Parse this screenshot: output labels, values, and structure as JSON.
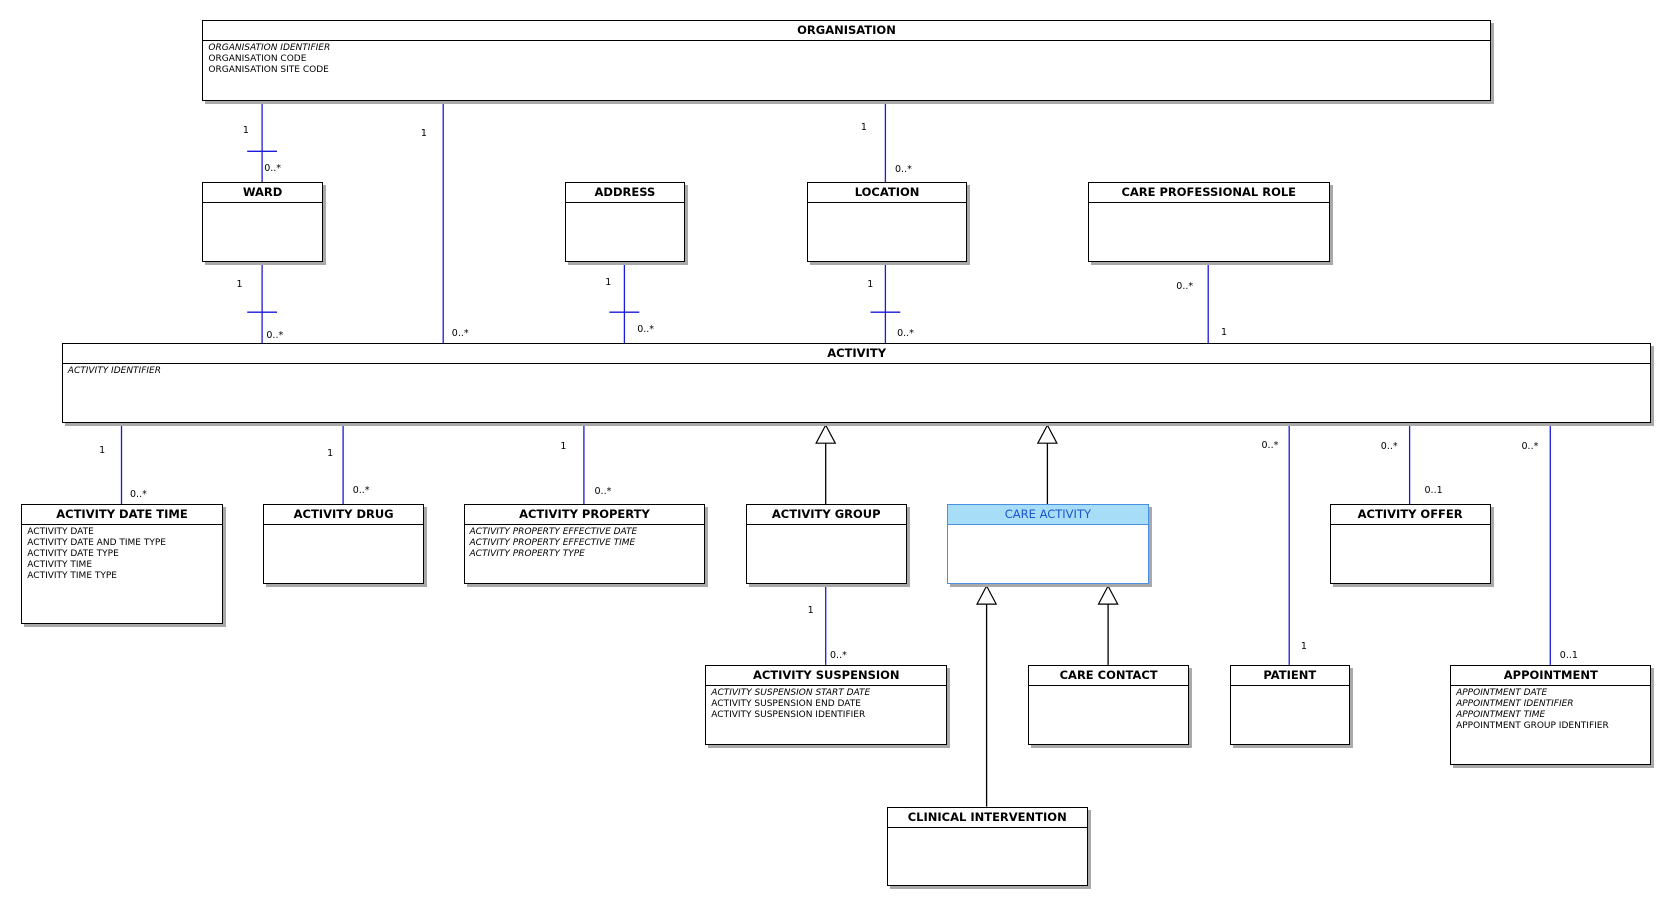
{
  "colors": {
    "connector": "#1a1adb",
    "generalization": "#000000",
    "highlight_fill": "#a8ddf8",
    "highlight_text": "#1a55cc",
    "shadow": "#a9a9a9"
  },
  "entities": {
    "organisation": {
      "title": "ORGANISATION",
      "attrs": [
        {
          "text": "ORGANISATION IDENTIFIER",
          "key": true
        },
        {
          "text": "ORGANISATION CODE",
          "key": false
        },
        {
          "text": "ORGANISATION SITE CODE",
          "key": false
        }
      ]
    },
    "ward": {
      "title": "WARD",
      "attrs": []
    },
    "address": {
      "title": "ADDRESS",
      "attrs": []
    },
    "location": {
      "title": "LOCATION",
      "attrs": []
    },
    "care_professional_role": {
      "title": "CARE PROFESSIONAL ROLE",
      "attrs": []
    },
    "activity": {
      "title": "ACTIVITY",
      "attrs": [
        {
          "text": "ACTIVITY IDENTIFIER",
          "key": true
        }
      ]
    },
    "activity_date_time": {
      "title": "ACTIVITY DATE TIME",
      "attrs": [
        {
          "text": "ACTIVITY DATE",
          "key": false
        },
        {
          "text": "ACTIVITY DATE AND TIME TYPE",
          "key": false
        },
        {
          "text": "ACTIVITY DATE TYPE",
          "key": false
        },
        {
          "text": "ACTIVITY TIME",
          "key": false
        },
        {
          "text": "ACTIVITY TIME TYPE",
          "key": false
        }
      ]
    },
    "activity_drug": {
      "title": "ACTIVITY DRUG",
      "attrs": []
    },
    "activity_property": {
      "title": "ACTIVITY PROPERTY",
      "attrs": [
        {
          "text": "ACTIVITY PROPERTY EFFECTIVE DATE",
          "key": true
        },
        {
          "text": "ACTIVITY PROPERTY EFFECTIVE TIME",
          "key": true
        },
        {
          "text": "ACTIVITY PROPERTY TYPE",
          "key": true
        }
      ]
    },
    "activity_group": {
      "title": "ACTIVITY GROUP",
      "attrs": []
    },
    "care_activity": {
      "title": "CARE ACTIVITY",
      "attrs": []
    },
    "activity_offer": {
      "title": "ACTIVITY OFFER",
      "attrs": []
    },
    "activity_suspension": {
      "title": "ACTIVITY SUSPENSION",
      "attrs": [
        {
          "text": "ACTIVITY SUSPENSION START DATE",
          "key": true
        },
        {
          "text": "ACTIVITY SUSPENSION END DATE",
          "key": false
        },
        {
          "text": "ACTIVITY SUSPENSION IDENTIFIER",
          "key": false
        }
      ]
    },
    "care_contact": {
      "title": "CARE CONTACT",
      "attrs": []
    },
    "patient": {
      "title": "PATIENT",
      "attrs": []
    },
    "appointment": {
      "title": "APPOINTMENT",
      "attrs": [
        {
          "text": "APPOINTMENT DATE",
          "key": true
        },
        {
          "text": "APPOINTMENT IDENTIFIER",
          "key": true
        },
        {
          "text": "APPOINTMENT TIME",
          "key": true
        },
        {
          "text": "APPOINTMENT GROUP IDENTIFIER",
          "key": false
        }
      ]
    },
    "clinical_intervention": {
      "title": "CLINICAL INTERVENTION",
      "attrs": []
    }
  },
  "relationships": [
    {
      "from": "organisation",
      "to": "ward",
      "from_mult": "1",
      "to_mult": "0..*"
    },
    {
      "from": "organisation",
      "to": "activity",
      "from_mult": "1",
      "to_mult": "0..*"
    },
    {
      "from": "organisation",
      "to": "location",
      "from_mult": "1",
      "to_mult": "0..*"
    },
    {
      "from": "ward",
      "to": "activity",
      "from_mult": "1",
      "to_mult": "0..*"
    },
    {
      "from": "address",
      "to": "activity",
      "from_mult": "1",
      "to_mult": "0..*"
    },
    {
      "from": "location",
      "to": "activity",
      "from_mult": "1",
      "to_mult": "0..*"
    },
    {
      "from": "care_professional_role",
      "to": "activity",
      "from_mult": "0..*",
      "to_mult": "1"
    },
    {
      "from": "activity",
      "to": "activity_date_time",
      "from_mult": "1",
      "to_mult": "0..*"
    },
    {
      "from": "activity",
      "to": "activity_drug",
      "from_mult": "1",
      "to_mult": "0..*"
    },
    {
      "from": "activity",
      "to": "activity_property",
      "from_mult": "1",
      "to_mult": "0..*"
    },
    {
      "from": "activity",
      "to": "patient",
      "from_mult": "0..*",
      "to_mult": "1"
    },
    {
      "from": "activity",
      "to": "activity_offer",
      "from_mult": "0..*",
      "to_mult": "0..1"
    },
    {
      "from": "activity",
      "to": "appointment",
      "from_mult": "0..*",
      "to_mult": "0..1"
    },
    {
      "from": "activity_group",
      "to": "activity_suspension",
      "from_mult": "1",
      "to_mult": "0..*"
    }
  ],
  "generalizations": [
    {
      "child": "activity_group",
      "parent": "activity"
    },
    {
      "child": "care_activity",
      "parent": "activity"
    },
    {
      "child": "clinical_intervention",
      "parent": "care_activity"
    },
    {
      "child": "care_contact",
      "parent": "care_activity"
    }
  ]
}
